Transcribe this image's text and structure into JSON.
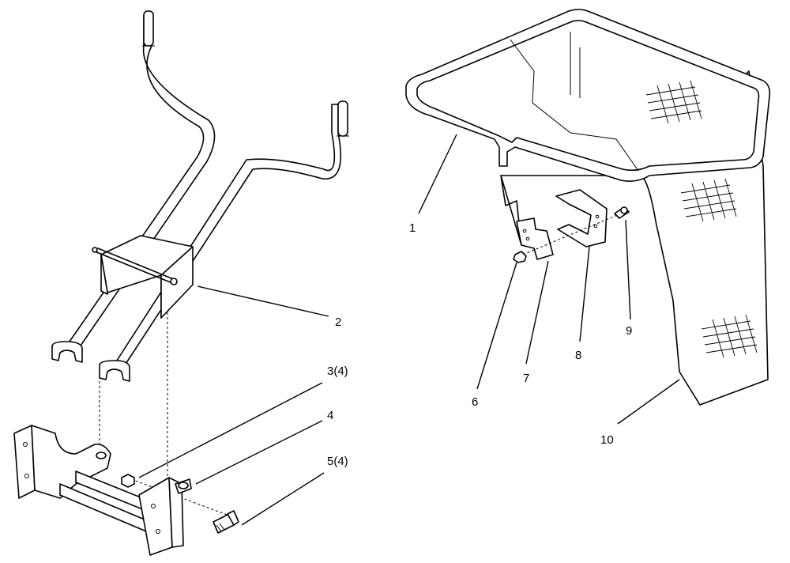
{
  "callouts": {
    "c1": "1",
    "c2": "2",
    "c3": "3(4)",
    "c4": "4",
    "c5": "5(4)",
    "c6": "6",
    "c7": "7",
    "c8": "8",
    "c9": "9",
    "c10": "10"
  },
  "colors": {
    "line": "#000000",
    "background": "#ffffff"
  }
}
